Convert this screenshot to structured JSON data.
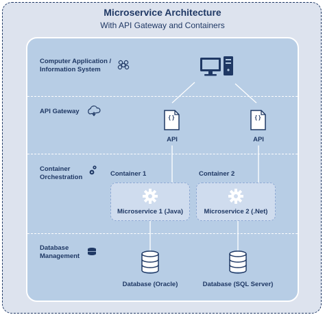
{
  "title": "Microservice Architecture",
  "subtitle": "With API Gateway and Containers",
  "layers": {
    "client": {
      "label_line1": "Computer Application /",
      "label_line2": "Information System"
    },
    "gateway": {
      "label": "API Gateway"
    },
    "orchestration": {
      "label_line1": "Container",
      "label_line2": "Orchestration"
    },
    "database": {
      "label_line1": "Database",
      "label_line2": "Management"
    }
  },
  "apis": [
    {
      "label": "API",
      "glyph": "{ }"
    },
    {
      "label": "API",
      "glyph": "{ }"
    }
  ],
  "containers": [
    {
      "label": "Container 1",
      "service": "Microservice 1 (Java)"
    },
    {
      "label": "Container 2",
      "service": "Microservice 2 (.Net)"
    }
  ],
  "databases": [
    {
      "label": "Database (Oracle)"
    },
    {
      "label": "Database (SQL Server)"
    }
  ],
  "colors": {
    "navy": "#1f3864",
    "outer_bg": "#dde3ee",
    "inner_bg": "#b7cde5",
    "container_bg": "#cfdcee",
    "white": "#ffffff"
  }
}
